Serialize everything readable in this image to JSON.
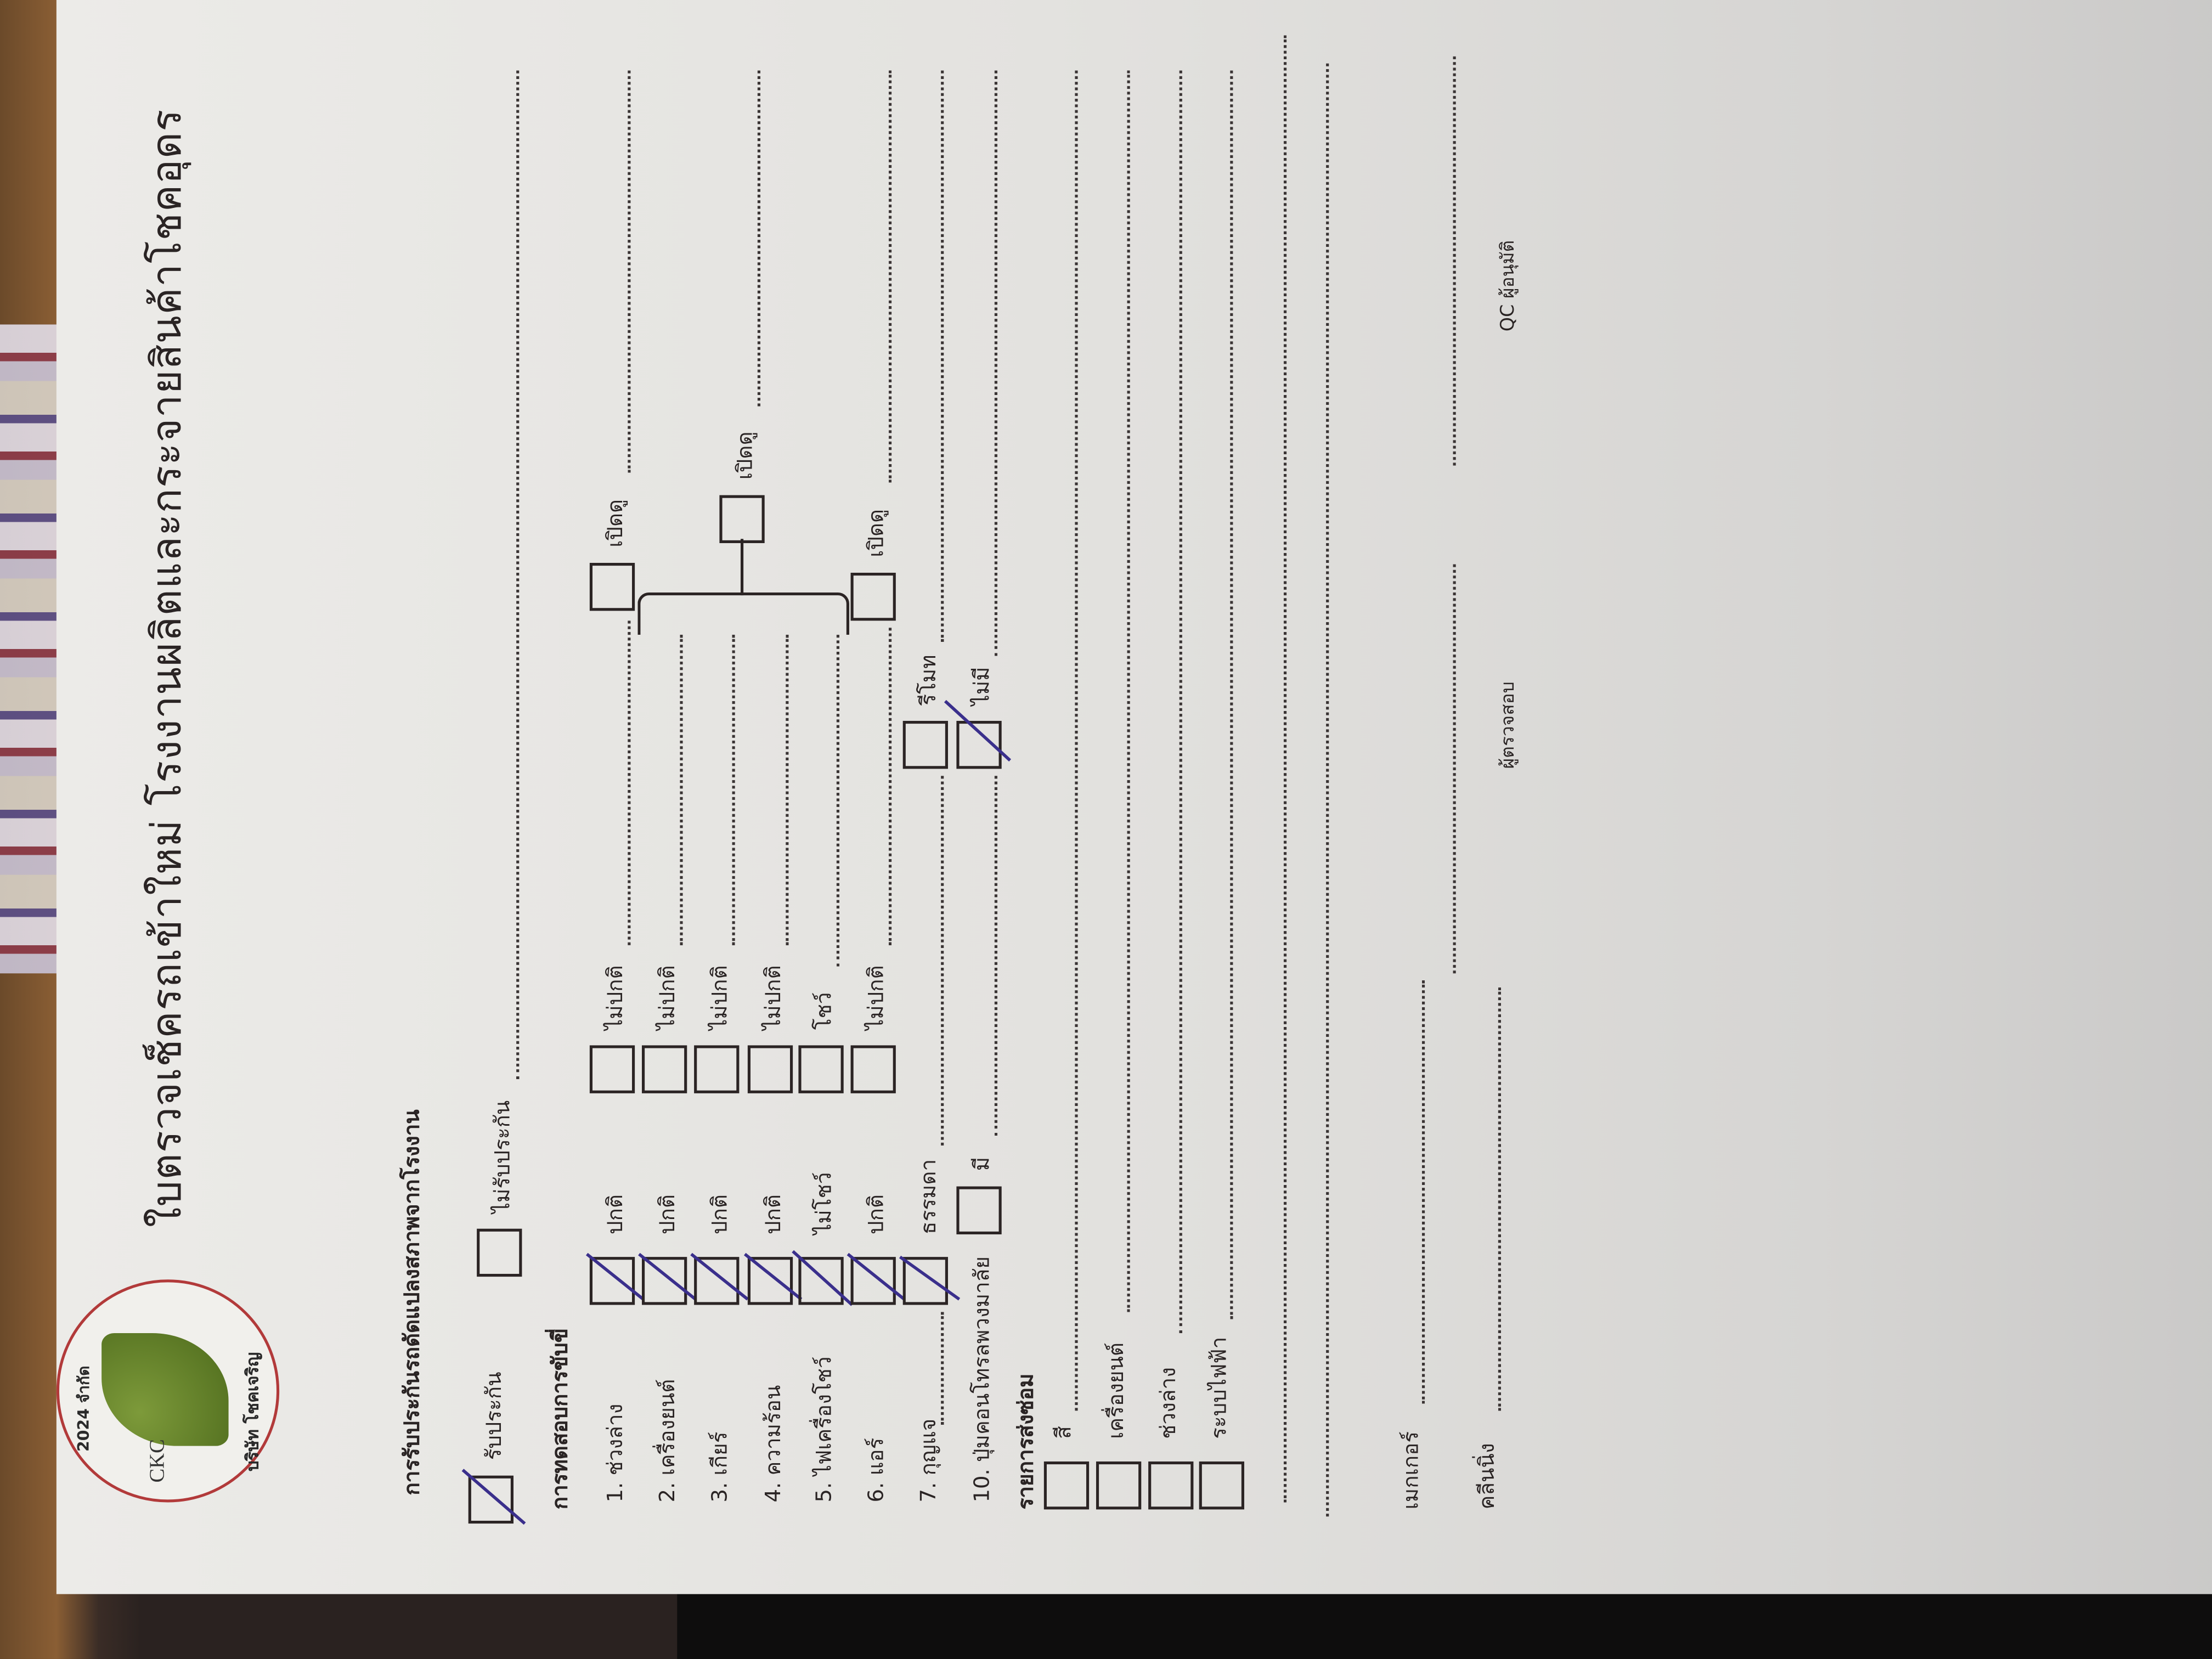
{
  "logo": {
    "initials": "CKC",
    "company_name": "บริษัท โชคเจริญ",
    "company_suffix": "2024 จำกัด"
  },
  "title": "ใบตรวจเช็ครถเข้าใหม่  โรงงานผลิตและกระจายสินค้าโชคอุดร",
  "warranty": {
    "heading": "การรับประกันรถดัดแปลงสภาพจากโรงงาน",
    "options": [
      {
        "label": "รับประกัน",
        "checked": true
      },
      {
        "label": "ไม่รับประกัน",
        "checked": false
      }
    ]
  },
  "drive_test": {
    "heading": "การทดสอบการขับขี่",
    "items": [
      {
        "label": "1. ช่วงล่าง",
        "ok": "ปกติ",
        "ok_checked": true,
        "bad": "ไม่ปกติ",
        "extra": "เปิดดู"
      },
      {
        "label": "2. เครื่องยนต์",
        "ok": "ปกติ",
        "ok_checked": true,
        "bad": "ไม่ปกติ"
      },
      {
        "label": "3. เกียร์",
        "ok": "ปกติ",
        "ok_checked": true,
        "bad": "ไม่ปกติ"
      },
      {
        "label": "4. ความร้อน",
        "ok": "ปกติ",
        "ok_checked": true,
        "bad": "ไม่ปกติ"
      },
      {
        "label": "5. ไฟเครื่องโชว์",
        "ok": "ไม่โชว์",
        "ok_checked": true,
        "bad": "โชว์"
      },
      {
        "label": "6. แอร์",
        "ok": "ปกติ",
        "ok_checked": true,
        "bad": "ไม่ปกติ",
        "extra": "เปิดดู"
      },
      {
        "label": "7. กุญแจ",
        "ok": "ธรรมดา",
        "ok_checked": true,
        "bad": "รีโมท"
      },
      {
        "label": "10. ปุ่มคอนโทรลพวงมาลัย",
        "ok": "มี",
        "ok_checked": false,
        "bad": "ไม่มี",
        "bad_checked": true
      }
    ],
    "group_extra": "เปิดดู"
  },
  "repair": {
    "heading": "รายการส่งซ่อม",
    "items": [
      "สี",
      "เครื่องยนต์",
      "ช่วงล่าง",
      "ระบบไฟฟ้า"
    ]
  },
  "fields": {
    "maker": "เมกเกอร์",
    "cleaning": "คลีนนิ่ง"
  },
  "signatures": {
    "inspector": "ผู้ตรวจสอบ",
    "approver": "QC ผู้อนุมัติ"
  },
  "colors": {
    "pen": "#3a2f8c",
    "ink": "#2a2424",
    "logo_ring": "#b23a3a",
    "logo_leaf": "#5d7a24"
  }
}
